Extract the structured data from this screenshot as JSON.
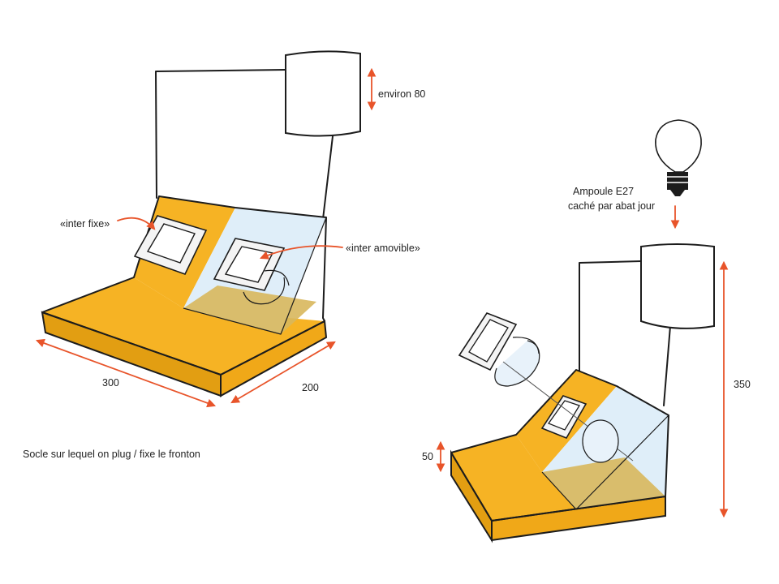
{
  "colors": {
    "base": "#f6b324",
    "base_dark": "#e29e12",
    "glass": "#dfeef9",
    "glass_shadow": "#d8b75c",
    "ink": "#1c1c1c",
    "dimension": "#e8542a",
    "switch_face": "#f4f4f4"
  },
  "left_view": {
    "dim_height_label": "environ 80",
    "dim_width_label": "300",
    "dim_depth_label": "200",
    "label_fixed_switch": "«inter fixe»",
    "label_removable_switch": "«inter amovible»",
    "caption": "Socle sur lequel on plug / fixe le fronton"
  },
  "right_view": {
    "bulb_label_line1": "Ampoule E27",
    "bulb_label_line2": "caché par abat jour",
    "dim_base_height_label": "50",
    "dim_total_height_label": "350"
  }
}
